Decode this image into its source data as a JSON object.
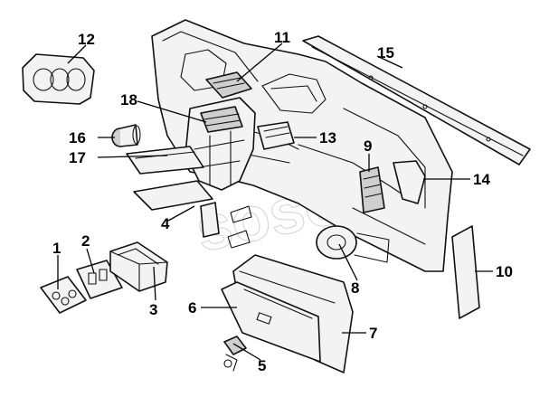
{
  "diagram": {
    "watermark_text": "sosoft",
    "callouts": [
      {
        "id": "1",
        "label": "1"
      },
      {
        "id": "2",
        "label": "2"
      },
      {
        "id": "3",
        "label": "3"
      },
      {
        "id": "4",
        "label": "4"
      },
      {
        "id": "5",
        "label": "5"
      },
      {
        "id": "6",
        "label": "6"
      },
      {
        "id": "7",
        "label": "7"
      },
      {
        "id": "8",
        "label": "8"
      },
      {
        "id": "9",
        "label": "9"
      },
      {
        "id": "10",
        "label": "10"
      },
      {
        "id": "11",
        "label": "11"
      },
      {
        "id": "12",
        "label": "12"
      },
      {
        "id": "13",
        "label": "13"
      },
      {
        "id": "14",
        "label": "14"
      },
      {
        "id": "15",
        "label": "15"
      },
      {
        "id": "16",
        "label": "16"
      },
      {
        "id": "17",
        "label": "17"
      },
      {
        "id": "18",
        "label": "18"
      }
    ]
  }
}
